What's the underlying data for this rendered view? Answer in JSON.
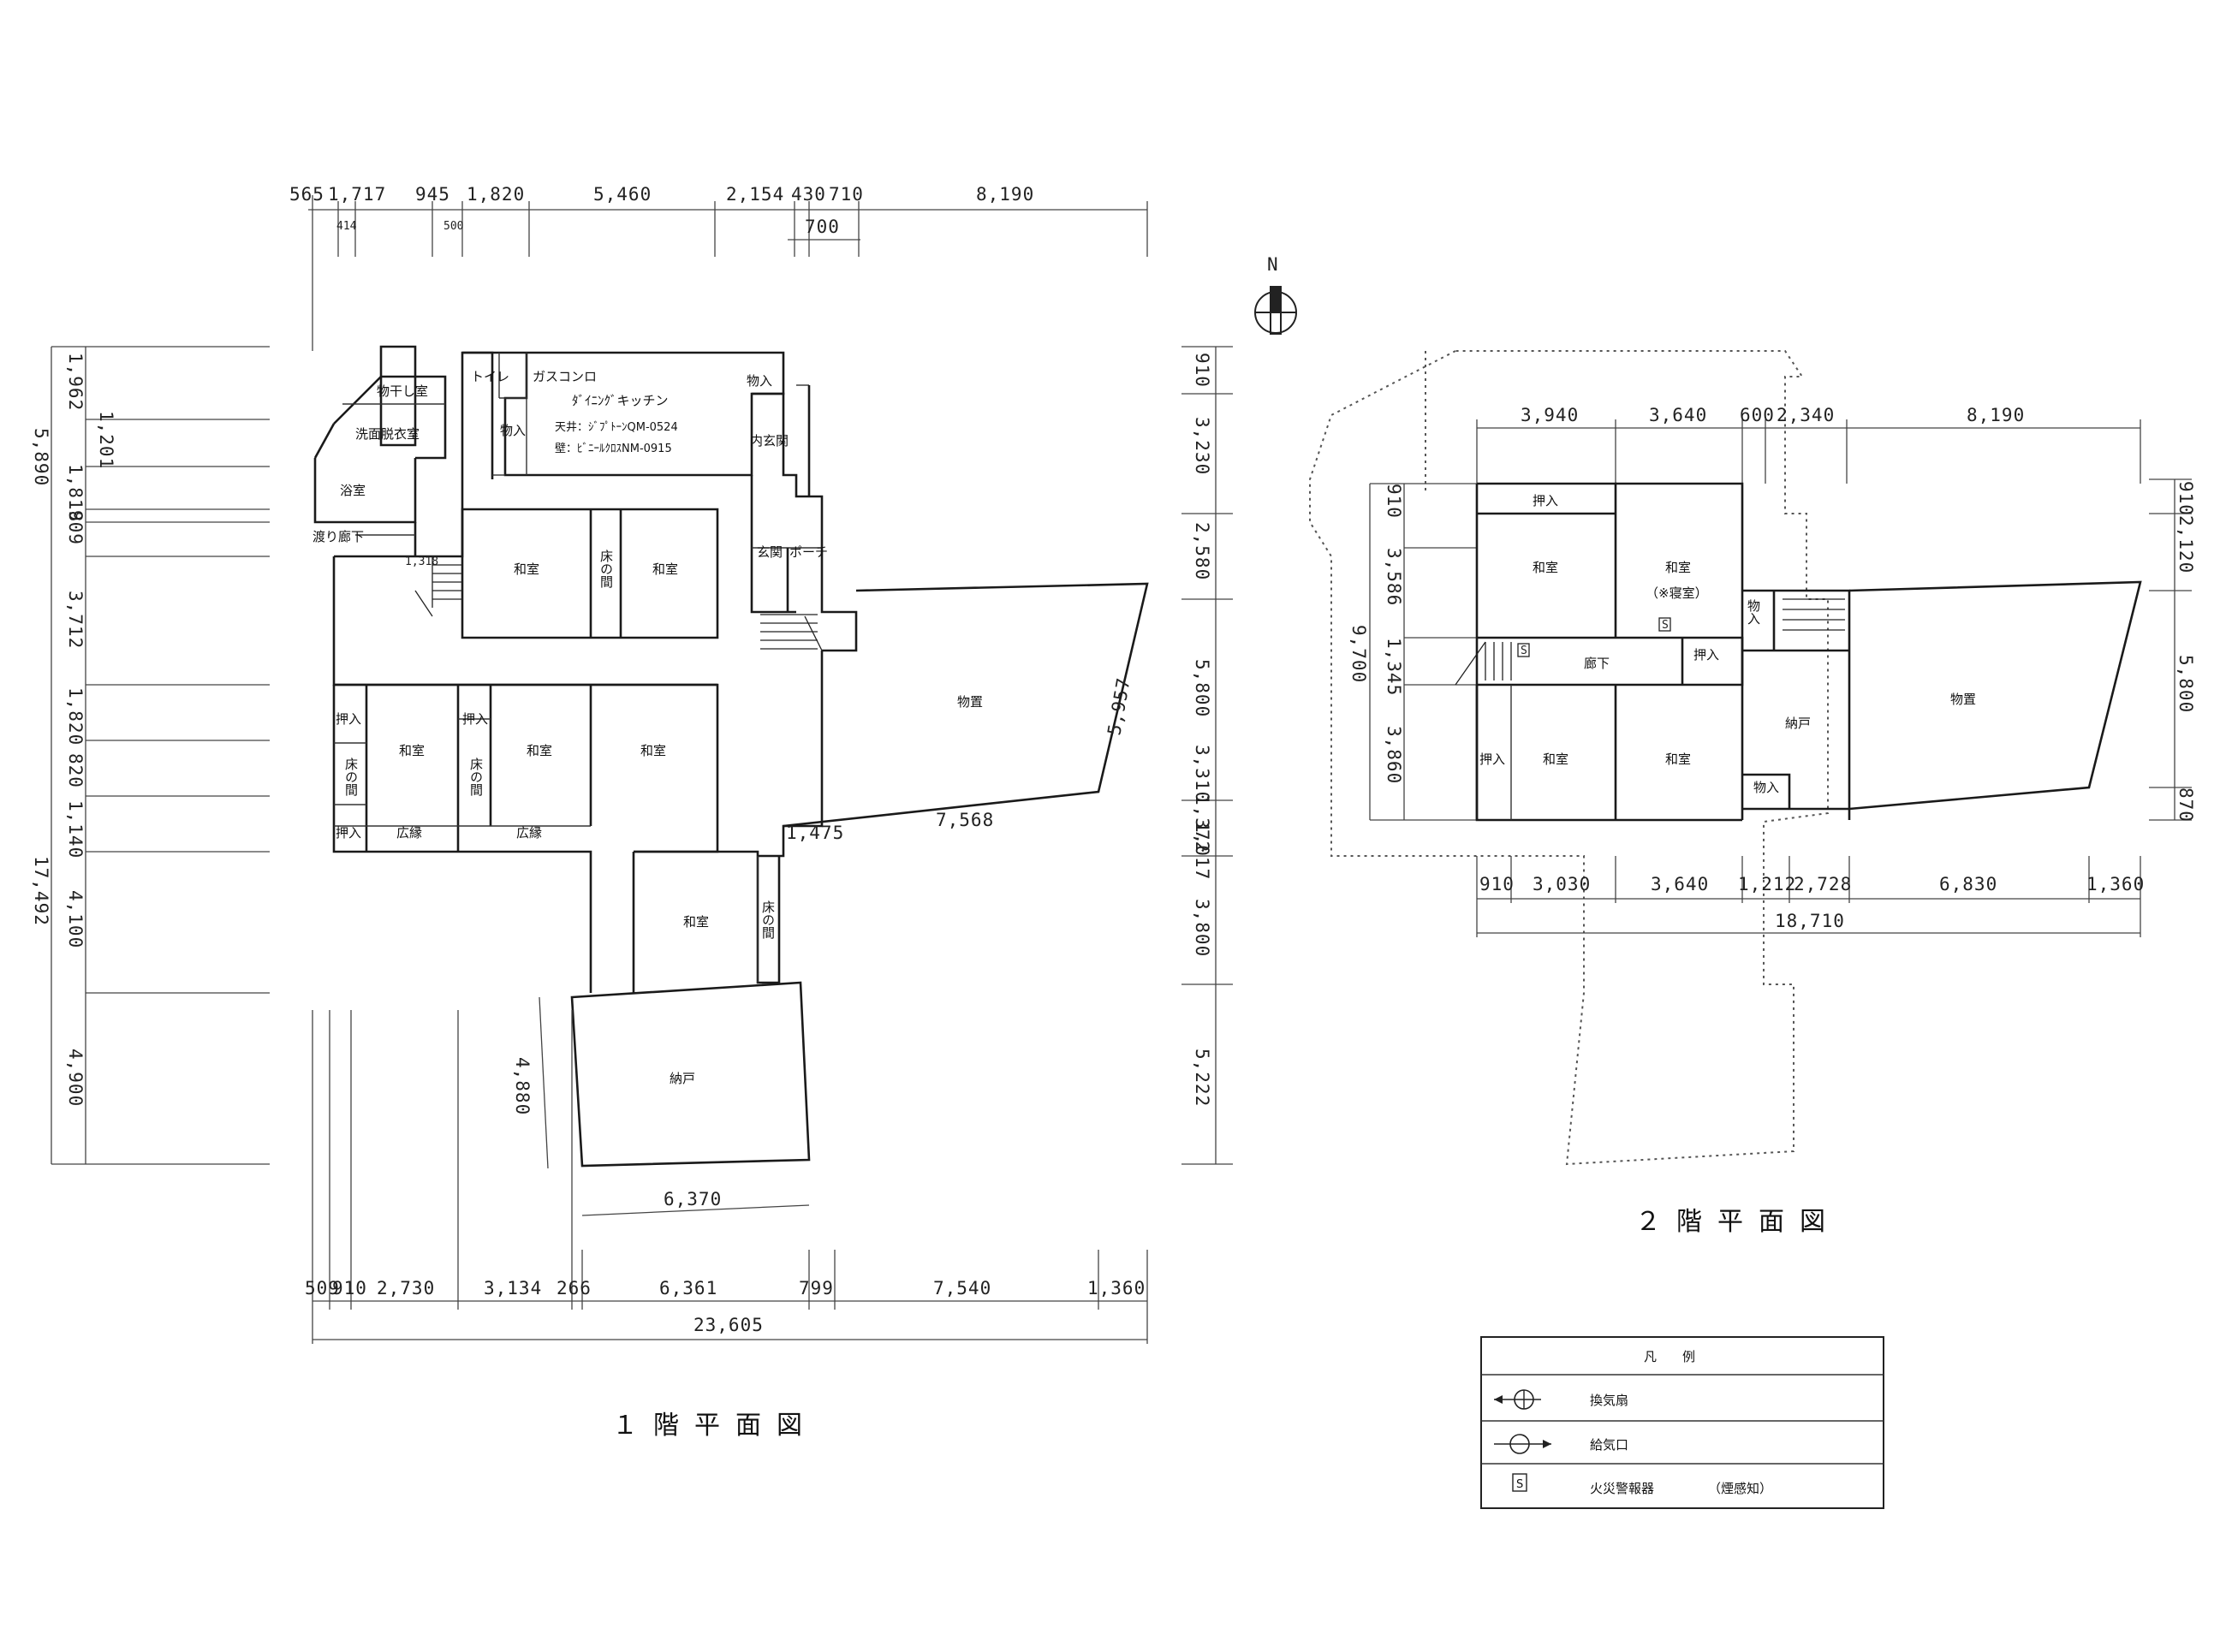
{
  "floor1": {
    "title": "１階平面図",
    "rooms": {
      "monohoshi": "物干し室",
      "senmen": "洗面脱衣室",
      "yokushitsu": "浴室",
      "watari": "渡り廊下",
      "toire": "トイレ",
      "gas": "ガスコンロ",
      "dining": "ﾀﾞｲﾆﾝｸﾞキッチン",
      "tenjo": "天井：ｼﾞﾌﾟﾄｰﾝQM-0524",
      "kabe": "壁：ﾋﾞﾆｰﾙｸﾛｽNM-0915",
      "mono_k": "物入",
      "mono_tr": "物入",
      "uchigenkan": "内玄関",
      "genkan": "玄関",
      "porch": "ポーチ",
      "washitsu_a": "和室",
      "tokonoma_a": "床の間",
      "washitsu_b": "和室",
      "monooki": "物置",
      "oshiire_l": "押入",
      "tokonoma_l": "床の間",
      "oshiire_l2": "押入",
      "washitsu_l": "和室",
      "hiroen_l": "広縁",
      "oshiire_m": "押入",
      "tokonoma_m": "床の間",
      "washitsu_m": "和室",
      "hiroen_m": "広縁",
      "washitsu_r": "和室",
      "washitsu_s": "和室",
      "tokonoma_s": "床の間",
      "nando": "納戸"
    },
    "dims": {
      "top1": "565",
      "top2": "1,717",
      "top3": "945",
      "top4": "1,820",
      "top5": "5,460",
      "top6": "2,154",
      "top7": "430",
      "top8": "710",
      "top9": "8,190",
      "top_s1": "414",
      "top_s2": "500",
      "top_700": "700",
      "left_5890": "5,890",
      "left_1962": "1,962",
      "left_1201": "1,201",
      "left_909": "909",
      "left_1818": "1,818",
      "left_3712": "3,712",
      "left_1820": "1,820",
      "left_17492": "17,492",
      "left_1140": "1,140",
      "left_820": "820",
      "left_4100": "4,100",
      "left_4900": "4,900",
      "right_910": "910",
      "right_3230": "3,230",
      "right_2580": "2,580",
      "right_5800": "5,800",
      "right_3310": "3,310",
      "right_1372": "1,372",
      "right_1017": "1,017",
      "right_3800": "3,800",
      "right_5222": "5,222",
      "w_1318": "1,318",
      "w_5957": "5,957",
      "w_7568": "7,568",
      "w_1475": "1,475",
      "w_4880": "4,880",
      "w_6370": "6,370",
      "bot1": "509",
      "bot2": "910",
      "bot3": "2,730",
      "bot4": "3,134",
      "bot5": "266",
      "bot6": "6,361",
      "bot7": "799",
      "bot8": "7,540",
      "bot9": "1,360",
      "total": "23,605"
    }
  },
  "floor2": {
    "title": "２階平面図",
    "rooms": {
      "oshiire_t": "押入",
      "washitsu_1": "和室",
      "washitsu_2": "和室",
      "shinshitsu": "（※寝室）",
      "oshiire_h": "押入",
      "roka": "廊下",
      "mono_v": "物入",
      "oshiire_l": "押入",
      "washitsu_3": "和室",
      "washitsu_4": "和室",
      "nando": "納戸",
      "mono": "物入",
      "monooki": "物置"
    },
    "dims": {
      "top1": "3,940",
      "top2": "3,640",
      "top3": "600",
      "top4": "2,340",
      "top5": "8,190",
      "left_9700": "9,700",
      "left_910": "910",
      "left_3586": "3,586",
      "left_1345": "1,345",
      "left_3860": "3,860",
      "right_910": "910",
      "right_2120": "2,120",
      "right_5800": "5,800",
      "right_870": "870",
      "bot1": "910",
      "bot2": "3,030",
      "bot3": "3,640",
      "bot4": "1,212",
      "bot5": "2,728",
      "bot6": "6,830",
      "bot7": "1,360",
      "total": "18,710"
    }
  },
  "compass": "N",
  "legend": {
    "title": "凡　　例",
    "items": [
      {
        "icon": "exhaust-fan-icon",
        "label": "換気扇"
      },
      {
        "icon": "air-inlet-icon",
        "label": "給気口"
      },
      {
        "icon": "smoke-detector-icon",
        "label": "火災警報器",
        "note": "（煙感知）"
      }
    ],
    "detector_mark": "S"
  }
}
